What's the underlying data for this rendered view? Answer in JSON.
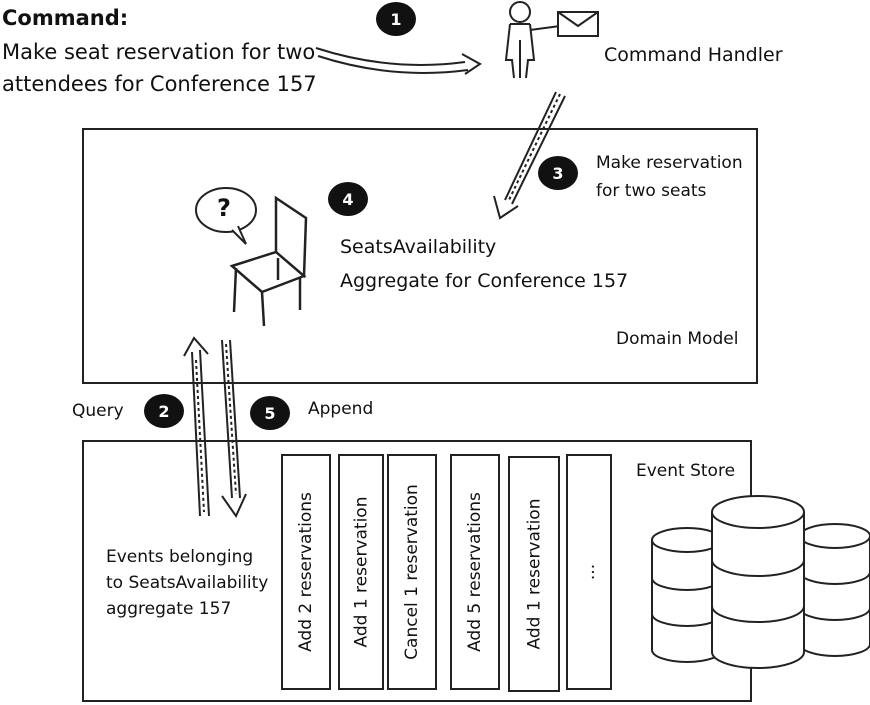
{
  "command": {
    "title": "Command:",
    "line1": "Make seat reservation for two",
    "line2": "attendees for Conference 157"
  },
  "command_handler": {
    "label": "Command Handler"
  },
  "step3": {
    "line1": "Make reservation",
    "line2": "for two seats"
  },
  "aggregate": {
    "line1": "SeatsAvailability",
    "line2": "Aggregate for Conference 157"
  },
  "chair_bubble": "?",
  "domain_model": {
    "label": "Domain Model"
  },
  "query": {
    "label": "Query"
  },
  "append": {
    "label": "Append"
  },
  "event_store": {
    "label": "Event Store",
    "events": [
      "Add 2 reservations",
      "Add 1 reservation",
      "Cancel 1 reservation",
      "Add 5 reservations",
      "Add 1 reservation",
      "..."
    ]
  },
  "events_note": {
    "line1": "Events belonging",
    "line2": "to SeatsAvailability",
    "line3": "aggregate 157"
  },
  "badges": {
    "b1": "1",
    "b2": "2",
    "b3": "3",
    "b4": "4",
    "b5": "5"
  }
}
